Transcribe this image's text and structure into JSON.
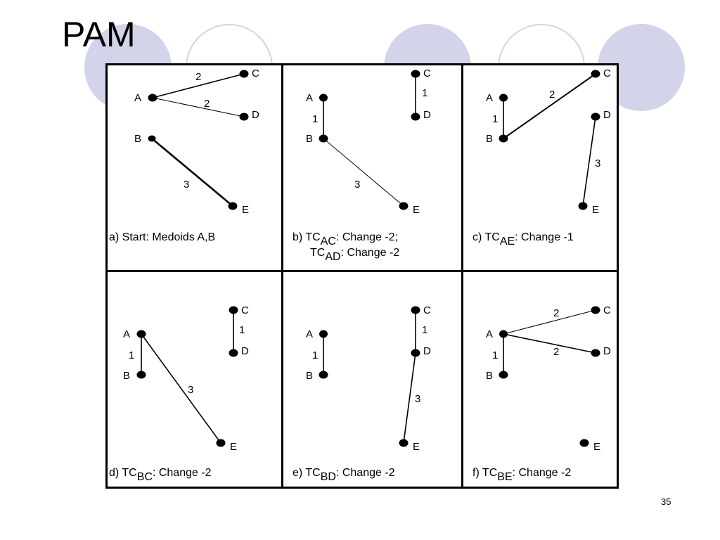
{
  "slide": {
    "title": "PAM",
    "page_number": "35"
  },
  "panels": [
    {
      "id": "a",
      "caption": [
        "a) Start:  Medoids A,B"
      ],
      "nodes": {
        "A": "A",
        "B": "B",
        "C": "C",
        "D": "D",
        "E": "E"
      },
      "edges": [
        {
          "from": "A",
          "to": "C",
          "weight": "2"
        },
        {
          "from": "A",
          "to": "D",
          "weight": "2"
        },
        {
          "from": "B",
          "to": "E",
          "weight": "3"
        }
      ]
    },
    {
      "id": "b",
      "caption_line1": {
        "prefix": "b) TC",
        "sub": "AC",
        "suffix": ": Change -2;"
      },
      "caption_line2": {
        "prefix": "TC",
        "sub": "AD",
        "suffix": ": Change -2"
      },
      "nodes": {
        "A": "A",
        "B": "B",
        "C": "C",
        "D": "D",
        "E": "E"
      },
      "edges": [
        {
          "from": "A",
          "to": "B",
          "weight": "1"
        },
        {
          "from": "C",
          "to": "D",
          "weight": "1"
        },
        {
          "from": "B",
          "to": "E",
          "weight": "3"
        }
      ]
    },
    {
      "id": "c",
      "caption_line1": {
        "prefix": "c) TC",
        "sub": "AE",
        "suffix": ": Change -1"
      },
      "nodes": {
        "A": "A",
        "B": "B",
        "C": "C",
        "D": "D",
        "E": "E"
      },
      "edges": [
        {
          "from": "A",
          "to": "B",
          "weight": "1"
        },
        {
          "from": "B",
          "to": "C",
          "weight": "2"
        },
        {
          "from": "D",
          "to": "E",
          "weight": "3"
        }
      ]
    },
    {
      "id": "d",
      "caption_line1": {
        "prefix": "d) TC",
        "sub": "BC",
        "suffix": ": Change -2"
      },
      "nodes": {
        "A": "A",
        "B": "B",
        "C": "C",
        "D": "D",
        "E": "E"
      },
      "edges": [
        {
          "from": "A",
          "to": "B",
          "weight": "1"
        },
        {
          "from": "C",
          "to": "D",
          "weight": "1"
        },
        {
          "from": "A",
          "to": "E",
          "weight": "3"
        }
      ]
    },
    {
      "id": "e",
      "caption_line1": {
        "prefix": "e) TC",
        "sub": "BD",
        "suffix": ": Change -2"
      },
      "nodes": {
        "A": "A",
        "B": "B",
        "C": "C",
        "D": "D",
        "E": "E"
      },
      "edges": [
        {
          "from": "A",
          "to": "B",
          "weight": "1"
        },
        {
          "from": "C",
          "to": "D",
          "weight": "1"
        },
        {
          "from": "D",
          "to": "E",
          "weight": "3"
        }
      ]
    },
    {
      "id": "f",
      "caption_line1": {
        "prefix": "f) TC",
        "sub": "BE",
        "suffix": ": Change -2"
      },
      "nodes": {
        "A": "A",
        "B": "B",
        "C": "C",
        "D": "D",
        "E": "E"
      },
      "edges": [
        {
          "from": "A",
          "to": "B",
          "weight": "1"
        },
        {
          "from": "A",
          "to": "C",
          "weight": "2"
        },
        {
          "from": "A",
          "to": "D",
          "weight": "2"
        }
      ]
    }
  ],
  "colors": {
    "decoration": "#d3d3ea",
    "ink": "#000000"
  }
}
